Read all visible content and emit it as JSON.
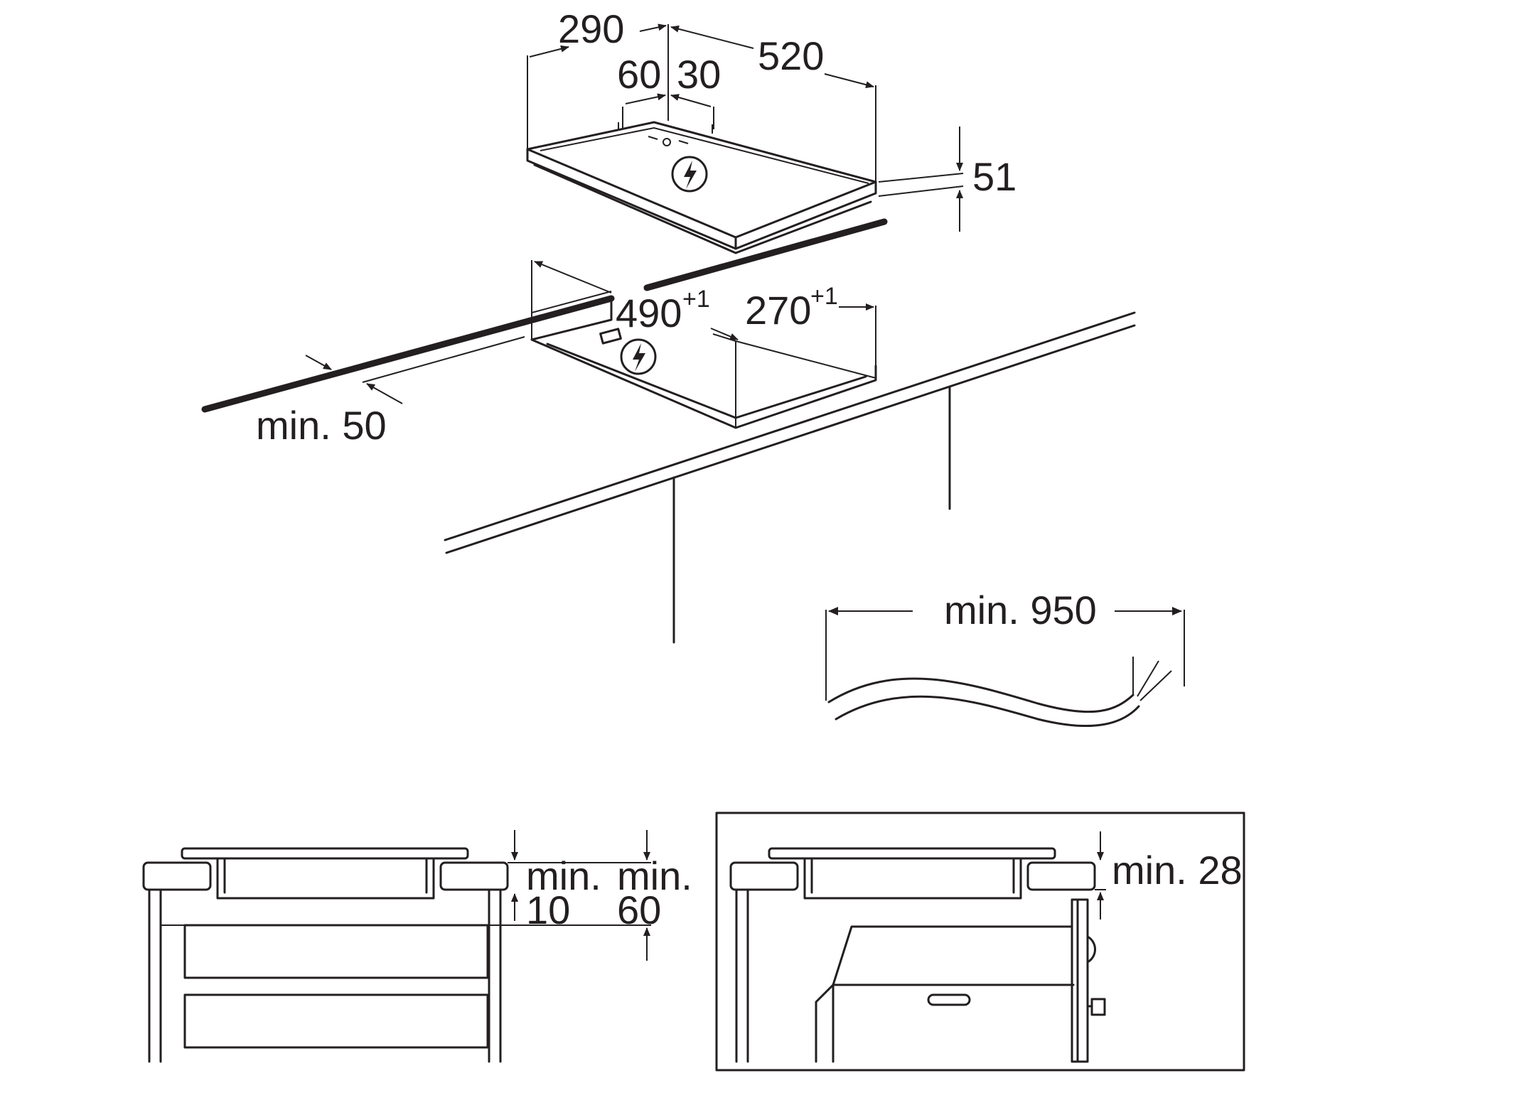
{
  "dimensions": {
    "hob_width": "290",
    "hob_depth": "520",
    "connector_left": "60",
    "connector_right": "30",
    "hob_height": "51",
    "cutout_width": "490",
    "cutout_width_tol": "+1",
    "cutout_depth": "270",
    "cutout_depth_tol": "+1",
    "min_edge_distance": "min. 50",
    "cable_length": "min. 950"
  },
  "section_drawer": {
    "clearance_label_1": "min.",
    "clearance_value_1": "10",
    "clearance_label_2": "min.",
    "clearance_value_2": "60"
  },
  "section_oven": {
    "clearance": "min. 28"
  },
  "icons": [
    "electric-hazard-icon",
    "electric-hazard-icon"
  ]
}
